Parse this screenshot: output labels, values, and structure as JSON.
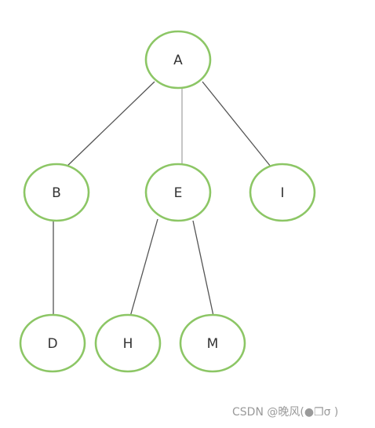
{
  "diagram": {
    "nodes": [
      {
        "id": "A",
        "label": "A"
      },
      {
        "id": "B",
        "label": "B"
      },
      {
        "id": "E",
        "label": "E"
      },
      {
        "id": "I",
        "label": "I"
      },
      {
        "id": "D",
        "label": "D"
      },
      {
        "id": "H",
        "label": "H"
      },
      {
        "id": "M",
        "label": "M"
      }
    ],
    "edges": [
      {
        "from": "A",
        "to": "B"
      },
      {
        "from": "A",
        "to": "E"
      },
      {
        "from": "A",
        "to": "I"
      },
      {
        "from": "B",
        "to": "D"
      },
      {
        "from": "E",
        "to": "H"
      },
      {
        "from": "E",
        "to": "M"
      }
    ],
    "colors": {
      "node_stroke": "#8cc665",
      "edge": "#555555",
      "edge_light": "#a8a8a8",
      "label": "#333333"
    }
  },
  "watermark": {
    "text": "CSDN @晚风(●❐σ )"
  }
}
